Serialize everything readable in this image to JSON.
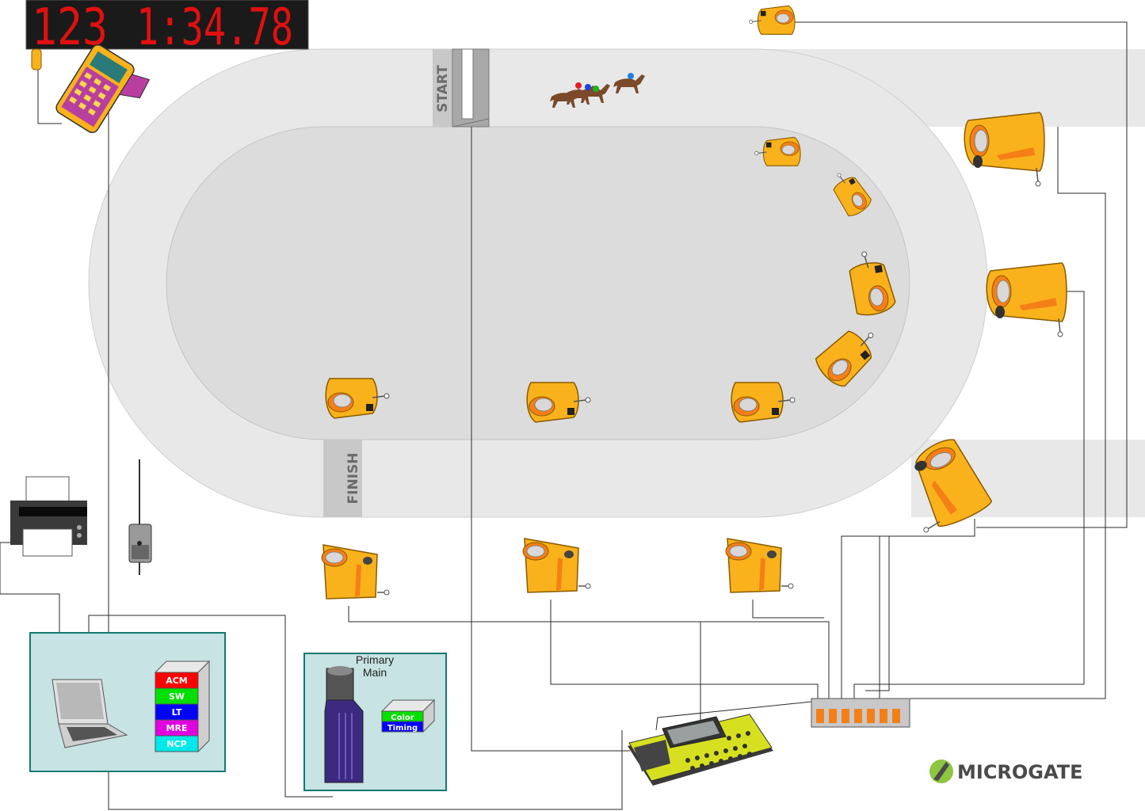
{
  "scoreboard": {
    "bib": "123",
    "time": "1:34.78",
    "digit_color": "#e01010"
  },
  "track": {
    "start_label": "START",
    "finish_label": "FINISH"
  },
  "software_stack": {
    "layers": [
      {
        "label": "ACM",
        "color": "#ff0000"
      },
      {
        "label": "SW",
        "color": "#00e000"
      },
      {
        "label": "LT",
        "color": "#0000ff"
      },
      {
        "label": "MRE",
        "color": "#e000e0"
      },
      {
        "label": "NCP",
        "color": "#00e8e8"
      }
    ]
  },
  "camera_station": {
    "title_line1": "Primary",
    "title_line2": "Main",
    "module_line1": "Color",
    "module_line2": "Timing"
  },
  "brand": {
    "name": "MICROGATE",
    "color": "#4a4a4a",
    "accent": "#8dc63f"
  },
  "colors": {
    "camera_body": "#f9b21b",
    "camera_accent": "#f57f17",
    "track_outer": "#e8e8e8",
    "track_inner": "#dcdcdc",
    "station_bg": "#c7e3e3",
    "station_border": "#137a72"
  }
}
